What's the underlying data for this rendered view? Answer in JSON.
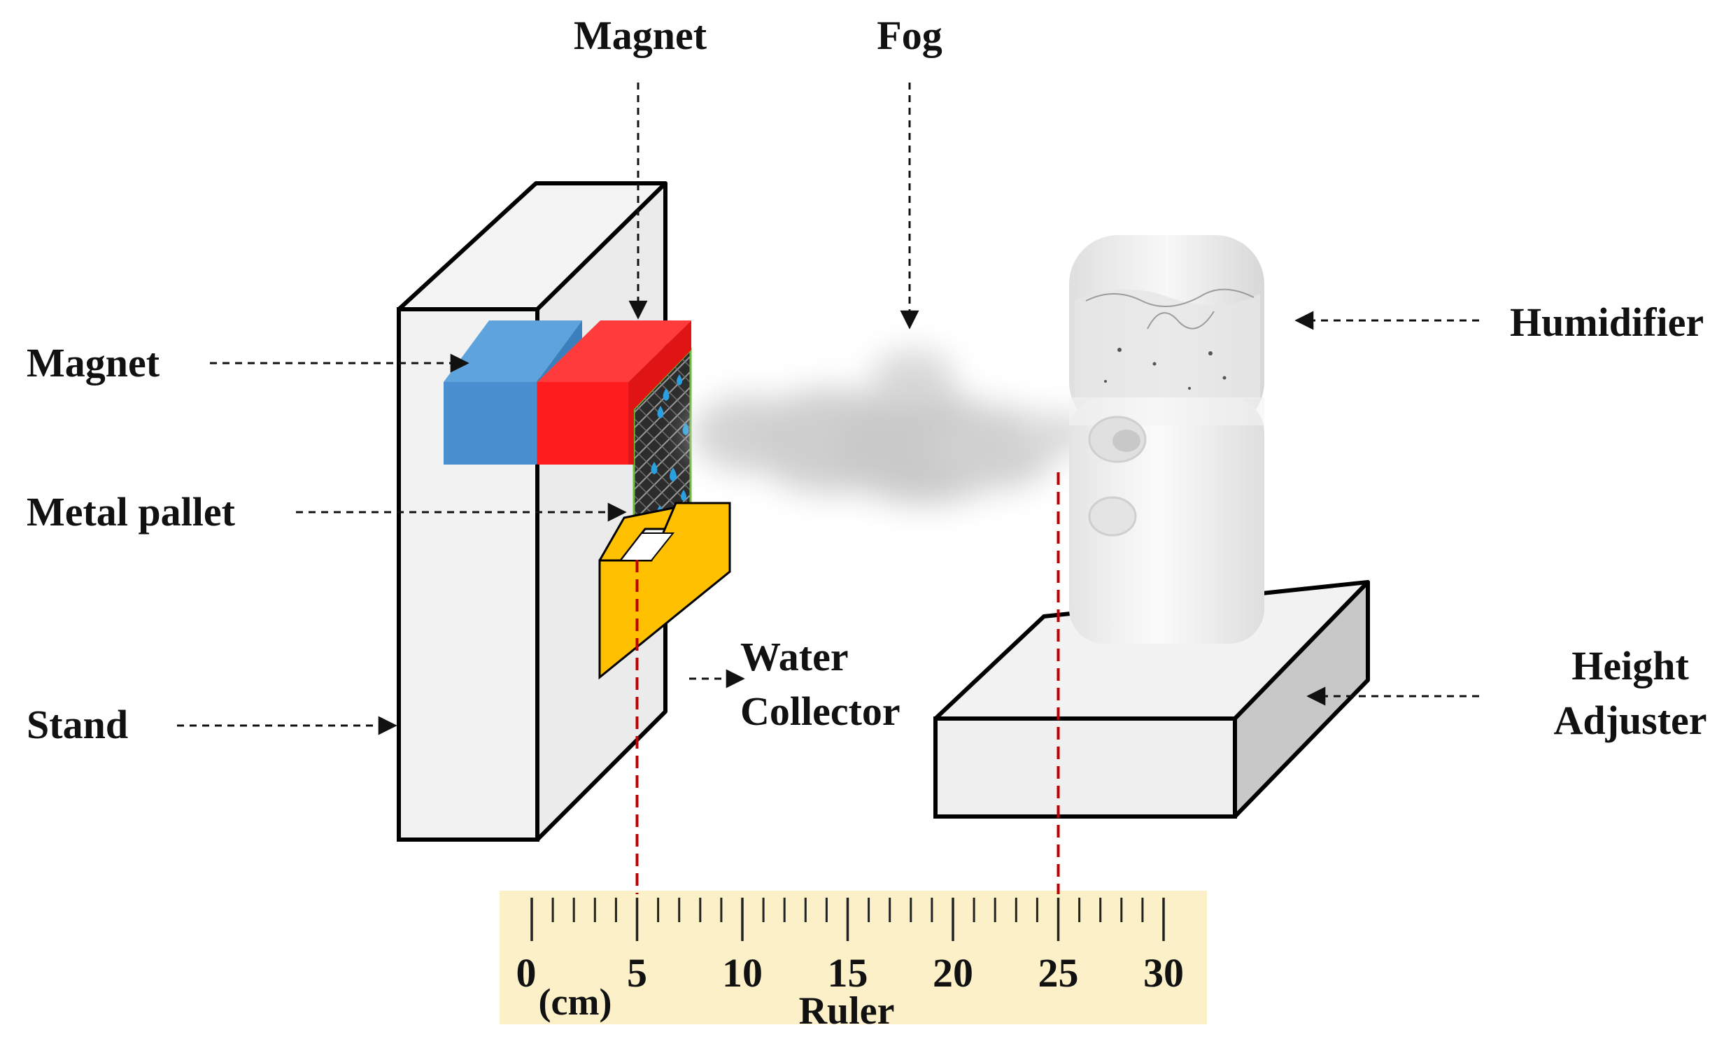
{
  "labels": {
    "magnet_top": "Magnet",
    "fog": "Fog",
    "magnet_left": "Magnet",
    "metal_pallet": "Metal pallet",
    "stand": "Stand",
    "water_collector_line1": "Water",
    "water_collector_line2": "Collector",
    "humidifier": "Humidifier",
    "height_adjuster_line1": "Height",
    "height_adjuster_line2": "Adjuster"
  },
  "ruler": {
    "unit": "(cm)",
    "caption": "Ruler",
    "min": 0,
    "max": 30,
    "major_step": 5,
    "minor_step": 1,
    "tick_labels": [
      "0",
      "5",
      "10",
      "15",
      "20",
      "25",
      "30"
    ],
    "markers": [
      5,
      25
    ],
    "fill_color": "#fbf0c8"
  },
  "colors": {
    "magnet_blue": "#4a90d0",
    "magnet_red": "#ff1d1d",
    "water_collector": "#ffc000",
    "stand": "#f2f2f2",
    "marker_line": "#c00000",
    "droplet": "#2aa0e0"
  }
}
